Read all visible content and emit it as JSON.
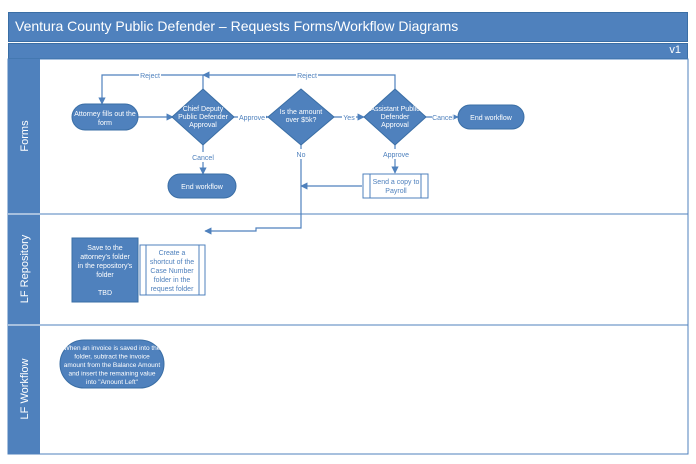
{
  "title": "Ventura County Public Defender – Requests Forms/Workflow Diagrams",
  "version": "v1",
  "lanes": [
    "Forms",
    "LF Repository",
    "LF Workflow"
  ],
  "nodes": {
    "attorney": [
      "Attorney fills out the",
      "form"
    ],
    "chief": [
      "Chief Deputy",
      "Public Defender",
      "Approval"
    ],
    "amount": [
      "Is the amount",
      "over $5k?"
    ],
    "assistant": [
      "Assistant Public",
      "Defender",
      "Approval"
    ],
    "end_top_right": [
      "End workflow"
    ],
    "end_bottom_left": [
      "End workflow"
    ],
    "payroll": [
      "Send a copy to",
      "Payroll"
    ],
    "save": [
      "Save to the",
      "attorney's folder",
      "in the repository's",
      "folder",
      "",
      "TBD"
    ],
    "shortcut": [
      "Create a",
      "shortcut of the",
      "Case Number",
      "folder in the",
      "request folder"
    ],
    "invoice": [
      "When an invoice is saved into the",
      "folder, subtract the invoice",
      "amount from the Balance Amount",
      "and insert the remaining value",
      "into \"Amount Left\""
    ]
  },
  "connectors": {
    "reject_1": "Reject",
    "reject_2": "Reject",
    "approve_1": "Approve",
    "yes": "Yes",
    "cancel": "Cancel",
    "no": "No",
    "approve_2": "Approve",
    "cancel_2": "Cancel"
  }
}
